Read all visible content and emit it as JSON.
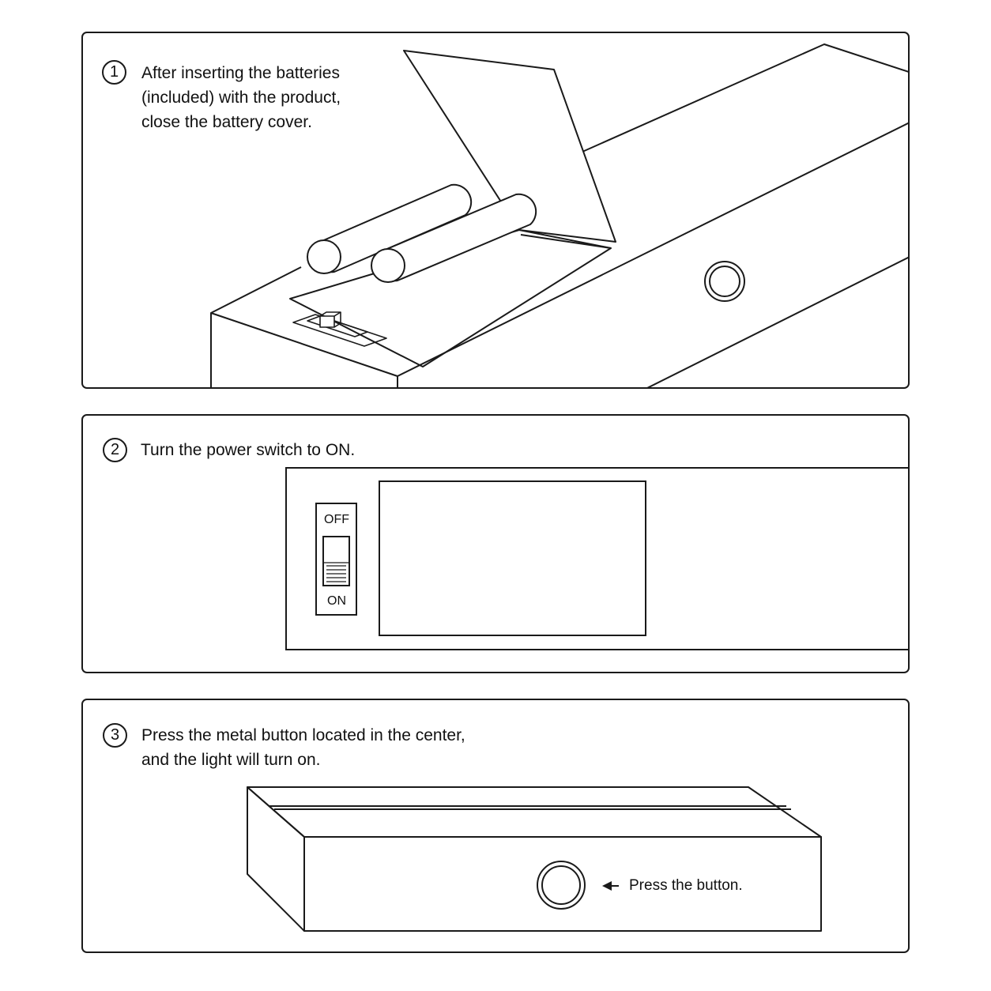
{
  "steps": [
    {
      "number": "1",
      "lines": [
        "After inserting the batteries",
        "(included) with the product,",
        "close the battery cover."
      ]
    },
    {
      "number": "2",
      "lines": [
        "Turn the power switch to ON."
      ],
      "switch": {
        "top_label": "OFF",
        "bottom_label": "ON",
        "state": "ON"
      }
    },
    {
      "number": "3",
      "lines": [
        "Press the metal button located in the center,",
        "and the light will turn on."
      ],
      "callout": "Press the button."
    }
  ],
  "colors": {
    "line": "#1a1a1a",
    "background": "#ffffff"
  },
  "icons": [
    "battery-icon",
    "power-switch-icon",
    "metal-button-icon",
    "arrow-left-icon"
  ]
}
